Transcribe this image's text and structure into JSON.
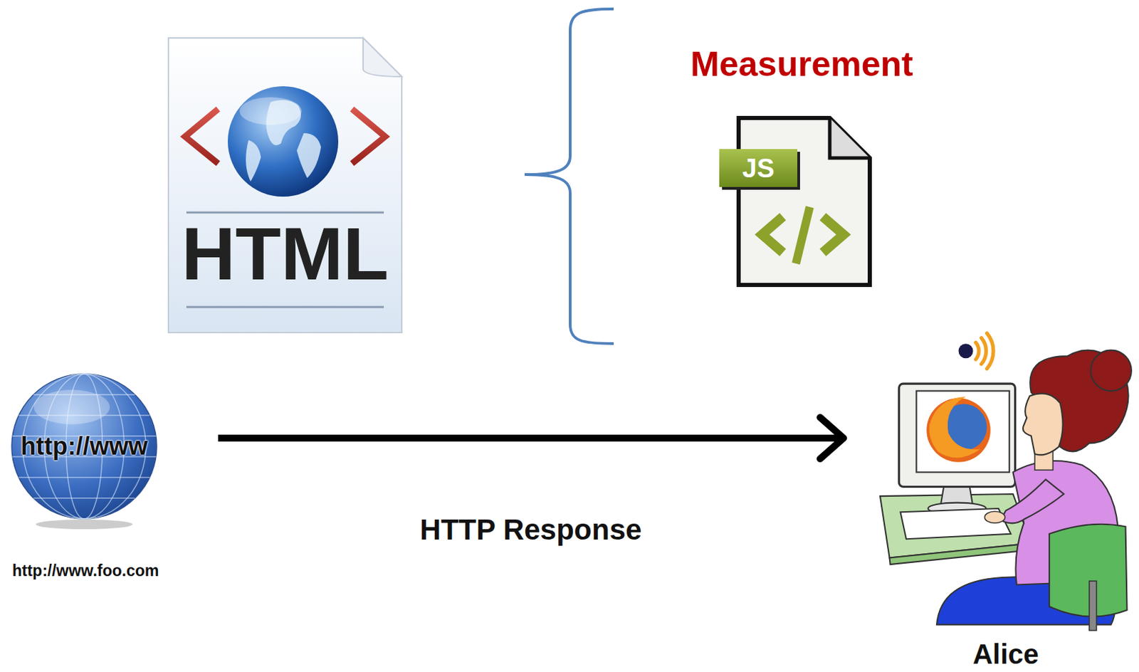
{
  "diagram": {
    "nodes": [
      {
        "text": [
          "HTML"
        ]
      },
      {
        "text": [
          "Measurement",
          "JS"
        ]
      },
      {
        "text": [
          "http://www",
          "http://www.foo.com"
        ]
      },
      {
        "text": [
          "Alice"
        ]
      }
    ],
    "edges": [
      {
        "from": 2,
        "to": 3,
        "label": "HTTP Response",
        "arrow": "to"
      }
    ]
  }
}
